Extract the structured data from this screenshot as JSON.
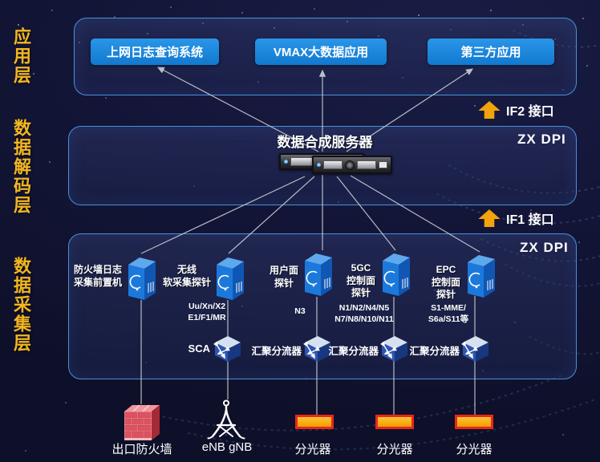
{
  "layers": {
    "application": {
      "label": "应用层",
      "apps": [
        "上网日志查询系统",
        "VMAX大数据应用",
        "第三方应用"
      ]
    },
    "decode": {
      "label": "数据解码层",
      "product_badge": "ZX DPI",
      "server_label": "数据合成服务器"
    },
    "collection": {
      "label": "数据采集层",
      "product_badge": "ZX DPI",
      "probes": [
        {
          "label": "防火墙日志\n采集前置机",
          "interfaces": ""
        },
        {
          "label": "无线\n软采集探针",
          "interfaces": "Uu/Xn/X2\nE1/F1/MR"
        },
        {
          "label": "用户面\n探针",
          "interfaces": "N3"
        },
        {
          "label": "5GC\n控制面\n探针",
          "interfaces": "N1/N2/N4/N5\nN7/N8/N10/N11"
        },
        {
          "label": "EPC\n控制面\n探针",
          "interfaces": "S1-MME/\nS6a/S11等"
        }
      ],
      "splitters": [
        {
          "label": "SCA"
        },
        {
          "label": "汇聚分流器"
        },
        {
          "label": "汇聚分流器"
        },
        {
          "label": "汇聚分流器"
        }
      ]
    }
  },
  "interface_markers": {
    "if2": "IF2 接口",
    "if1": "IF1 接口"
  },
  "external_devices": [
    {
      "label": "出口防火墙"
    },
    {
      "label": "eNB gNB"
    },
    {
      "label": "分光器"
    },
    {
      "label": "分光器"
    },
    {
      "label": "分光器"
    }
  ],
  "colors": {
    "background": "#12142f",
    "layer_border": "#4a90d9",
    "app_button_blue": "#1583d8",
    "layer_label_gold": "#f2b622",
    "if_arrow_orange": "#f0a30a",
    "probe_blue": "#1c79dc",
    "splitter_cube_blue": "#2e55b0",
    "optical_splitter_orange": "#ffaa00",
    "optical_splitter_border_red": "#e8271c",
    "firewall_brick_red": "#dd5260",
    "wire_gray": "#c9cdd4"
  }
}
